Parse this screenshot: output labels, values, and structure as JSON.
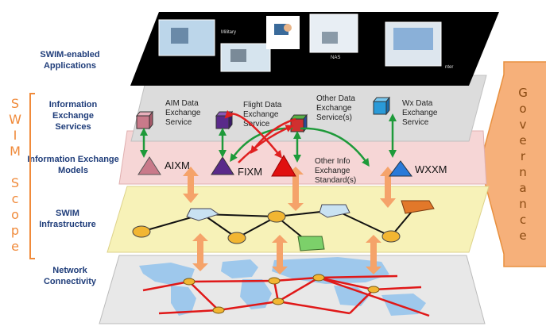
{
  "layers": {
    "applications": "SWIM-enabled Applications",
    "services": "Information Exchange Services",
    "models": "Information Exchange Models",
    "infrastructure": "SWIM Infrastructure",
    "network": "Network Connectivity"
  },
  "services": [
    {
      "label": "AIM Data Exchange Service",
      "color": "#c97a8a"
    },
    {
      "label": "Flight Data Exchange Service",
      "color": "#5a2a8a"
    },
    {
      "label": "Other Data Exchange Service(s)",
      "color": "#d03030"
    },
    {
      "label": "Wx Data Exchange Service",
      "color": "#2a9ad8"
    }
  ],
  "models": [
    {
      "label": "AIXM",
      "color": "#c97a8a"
    },
    {
      "label": "FIXM",
      "color": "#5a2a8a"
    },
    {
      "label": "Other Info Exchange Standard(s)",
      "color": "#e01010"
    },
    {
      "label": "WXXM",
      "color": "#2a7ad8"
    }
  ],
  "app_captions": [
    "Military",
    "NAS",
    "nter"
  ],
  "scope_letters": [
    "S",
    "W",
    "I",
    "M",
    "",
    "S",
    "c",
    "o",
    "p",
    "e"
  ],
  "governance": "Governance",
  "colors": {
    "services_band": "#dcdcdc",
    "models_band": "#f6d6d6",
    "infra_band": "#f7f2b8",
    "network_band": "#e8e8e8",
    "scope": "#f08a3a",
    "governance_arrow": "#f6b07a",
    "green_arrow": "#1e9a3a",
    "red_arrow": "#e02020",
    "orange_arrow": "#f5a36a"
  }
}
